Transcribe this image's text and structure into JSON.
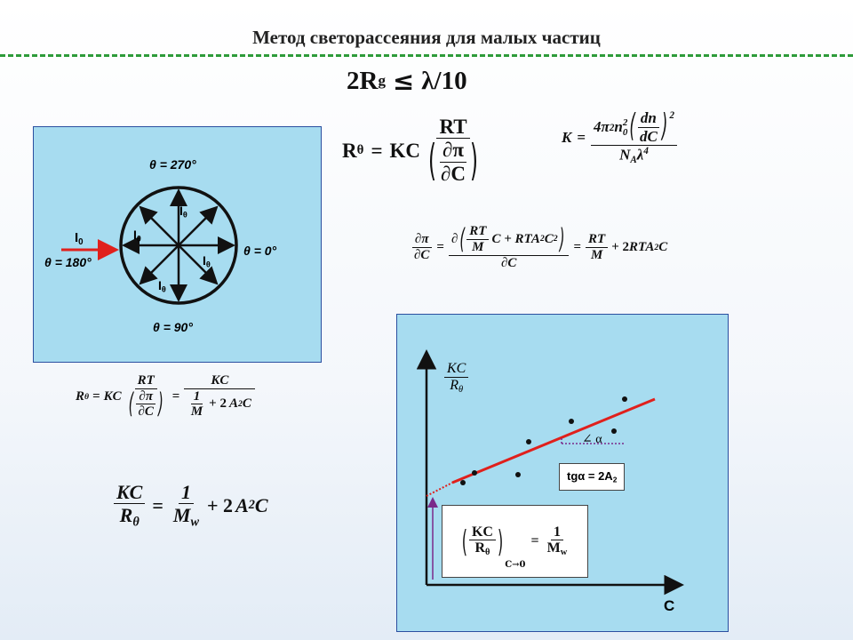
{
  "slide": {
    "title": "Метод светорассеяния для малых частиц",
    "condition": {
      "lhs": "2R",
      "lhs_sub": "g",
      "relation": "≤",
      "rhs": "λ/10"
    }
  },
  "diagram": {
    "angle_top": "θ = 270°",
    "angle_right": "θ = 0°",
    "angle_bottom": "θ = 90°",
    "angle_left": "θ = 180°",
    "incident_label": "I",
    "incident_sub": "0",
    "scatter_label": "I",
    "scatter_sub": "θ"
  },
  "formulas": {
    "f1": {
      "lhs": "R",
      "lhs_sub": "θ",
      "eq": "=",
      "coef": "KC",
      "num": "RT",
      "den_top": "∂π",
      "den_bottom": "∂C"
    },
    "f2": {
      "lhs": "K",
      "eq": "=",
      "num_coef": "4π",
      "num_pow": "2",
      "num_n": "n",
      "num_n_sub": "0",
      "num_n_pow": "2",
      "d_top": "dn",
      "d_bottom": "dC",
      "d_pow": "2",
      "den_n": "N",
      "den_sub": "A",
      "den_lambda": "λ",
      "den_pow": "4"
    },
    "f3": {
      "lhs_top": "∂π",
      "lhs_bottom": "∂C",
      "eq1": "=",
      "inner_num": "RT",
      "inner_den": "M",
      "inner_rest": "C + RTA",
      "inner_sub": "2",
      "inner_c": "C",
      "inner_pow": "2",
      "partial": "∂",
      "den": "∂C",
      "eq2": "=",
      "r_num": "RT",
      "r_den": "M",
      "plus": "+ 2",
      "r_rest": "RTA",
      "r_sub": "2",
      "r_c": "C"
    },
    "f4": {
      "lhs": "R",
      "lhs_sub": "θ",
      "eq1": "=",
      "coef": "KC",
      "num": "RT",
      "den_top": "∂π",
      "den_bottom": "∂C",
      "eq2": "=",
      "r_num": "KC",
      "r_den_num": "1",
      "r_den_den": "M",
      "plus": "+ 2",
      "a": "A",
      "a_sub": "2",
      "c": "C"
    },
    "f5": {
      "num": "KC",
      "den": "R",
      "den_sub": "θ",
      "eq": "=",
      "r_num": "1",
      "r_den": "M",
      "r_den_sub": "w",
      "plus": "+ 2",
      "a": "A",
      "a_sub": "2",
      "c": "C"
    }
  },
  "graph": {
    "y_label_top": "KC",
    "y_label_bottom": "R",
    "y_label_sub": "θ",
    "x_label": "C",
    "angle_label": "∠ α",
    "slope_label": "tgα = 2A",
    "slope_sub": "2",
    "intercept": {
      "top": "KC",
      "bottom": "R",
      "bottom_sub": "θ",
      "limit": "C→0",
      "eq": "=",
      "r_num": "1",
      "r_den": "M",
      "r_den_sub": "w"
    },
    "colors": {
      "fit_line": "#e0201c",
      "arrow": "#7a2a8a",
      "axis": "#111111"
    }
  },
  "colors": {
    "panel": "#a7dcf0",
    "panel_border": "#2b4fa0",
    "rule": "#2e9b3a",
    "incident_arrow": "#e0201c"
  }
}
